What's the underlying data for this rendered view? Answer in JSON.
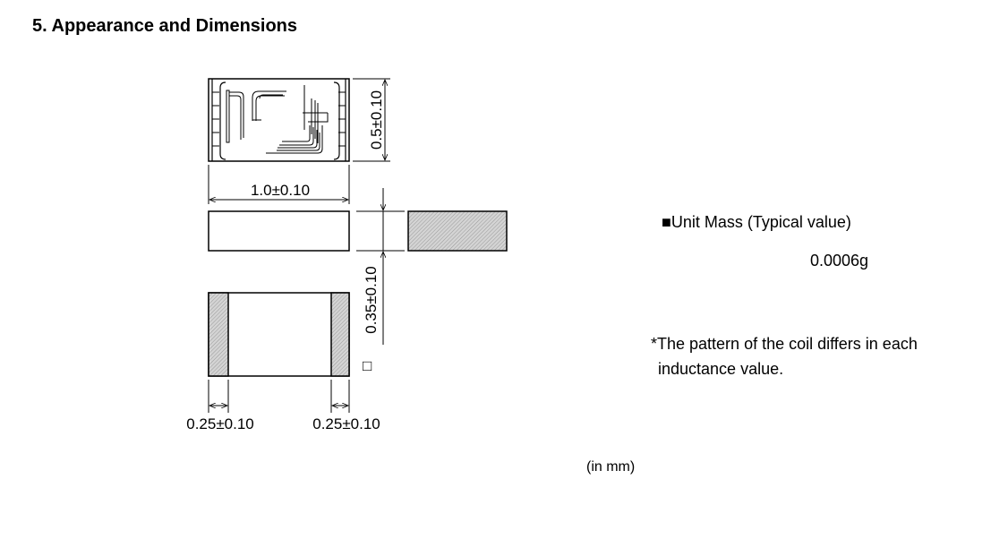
{
  "title": "5. Appearance and Dimensions",
  "dimensions": {
    "height": "0.5±0.10",
    "length": "1.0±0.10",
    "thickness": "0.35±0.10",
    "electrode_left": "0.25±0.10",
    "electrode_right": "0.25±0.10",
    "square_mark": "□"
  },
  "unit_mass": {
    "label": "■Unit Mass (Typical value)",
    "value": "0.0006g"
  },
  "note": {
    "line1": "*The pattern of the coil differs in each",
    "line2": "inductance value."
  },
  "units": "(in mm)"
}
